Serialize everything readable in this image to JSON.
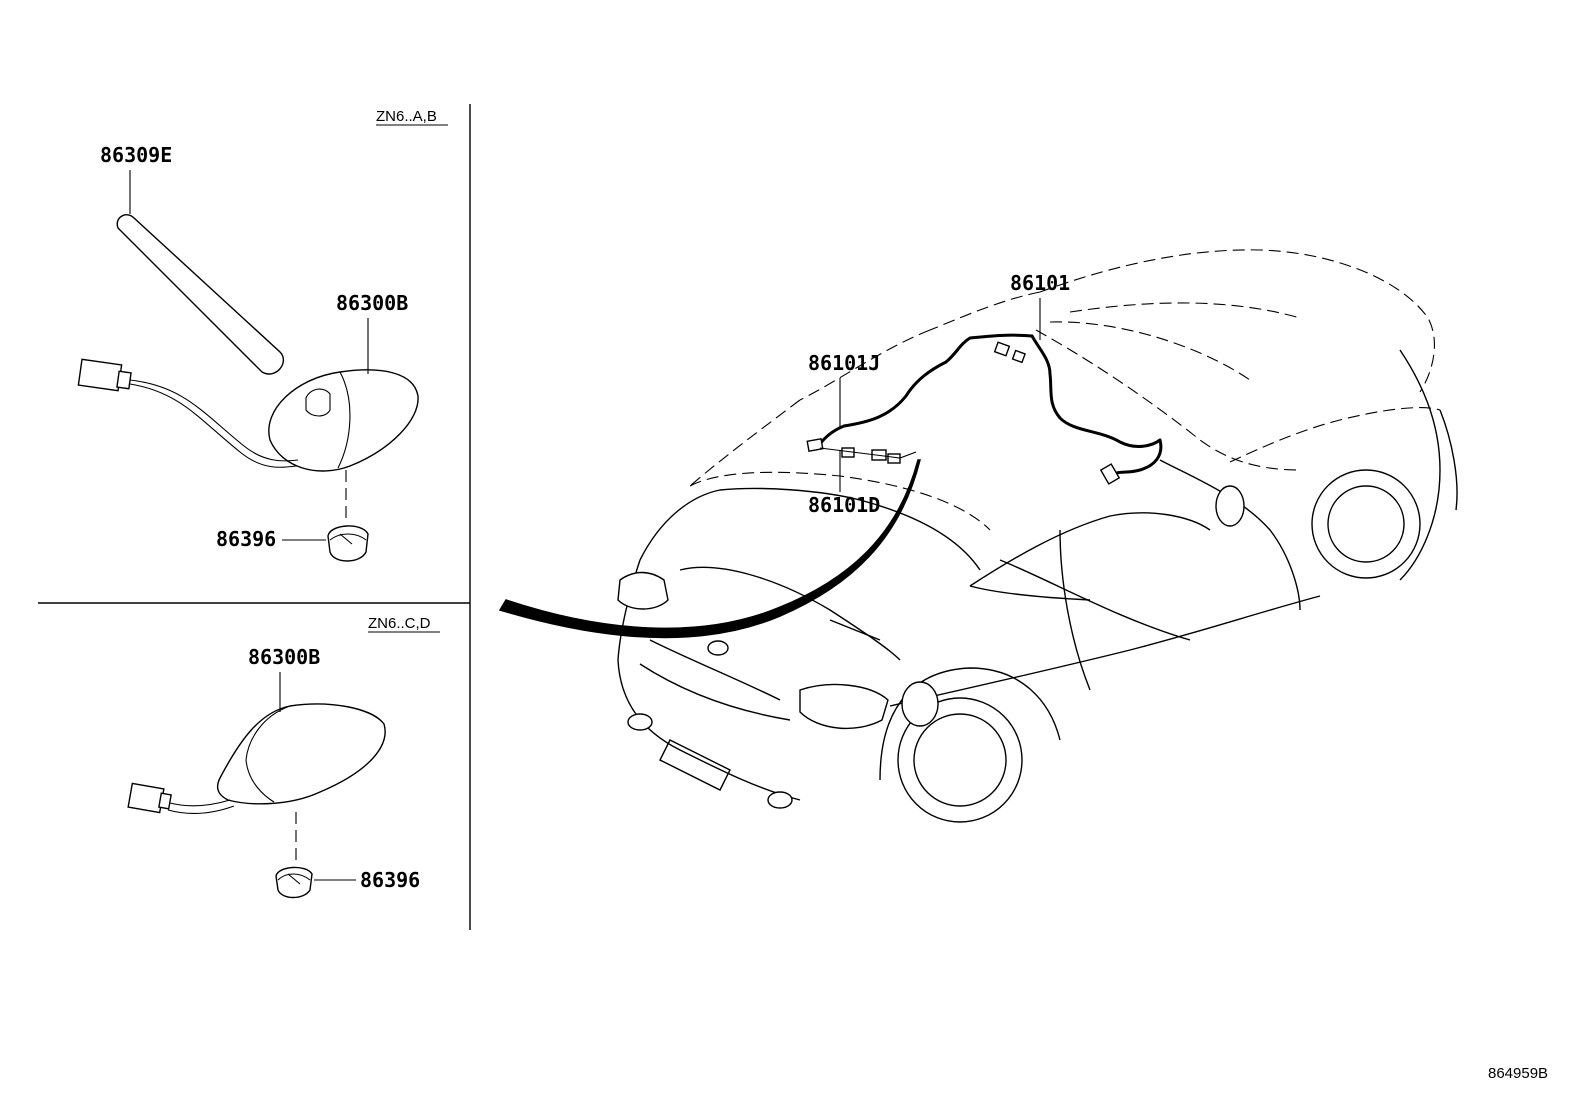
{
  "variants": {
    "upper": "ZN6..A,B",
    "lower": "ZN6..C,D"
  },
  "callouts": {
    "rod_antenna": "86309E",
    "antenna_upper": "86300B",
    "pad_upper": "86396",
    "antenna_lower": "86300B",
    "pad_lower": "86396",
    "cord_main": "86101",
    "cord_j": "86101J",
    "cord_d": "86101D"
  },
  "figure_number": "864959B"
}
